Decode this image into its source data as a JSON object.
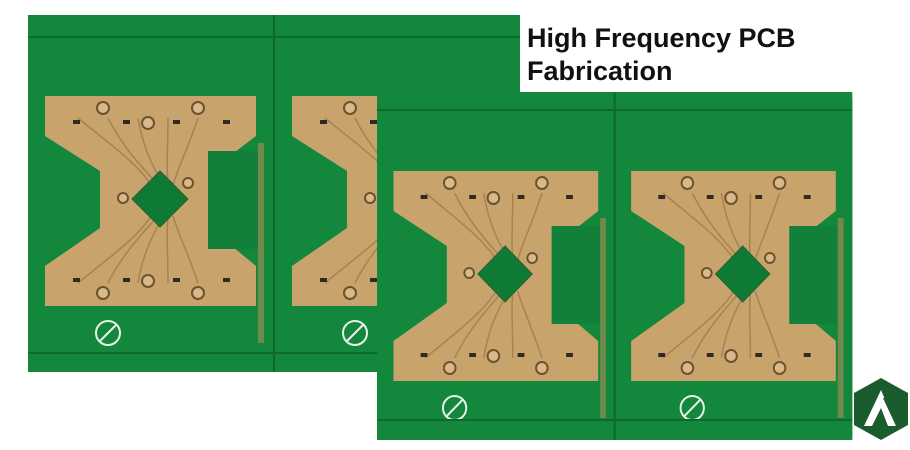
{
  "title": {
    "line1": "High Frequency PCB",
    "line2": "Fabrication"
  },
  "colors": {
    "board_green": "#13873b",
    "copper_gold": "#c9a36c",
    "logo_green": "#1a5c2e"
  },
  "logo": {
    "icon": "hexagon-a-logo"
  }
}
